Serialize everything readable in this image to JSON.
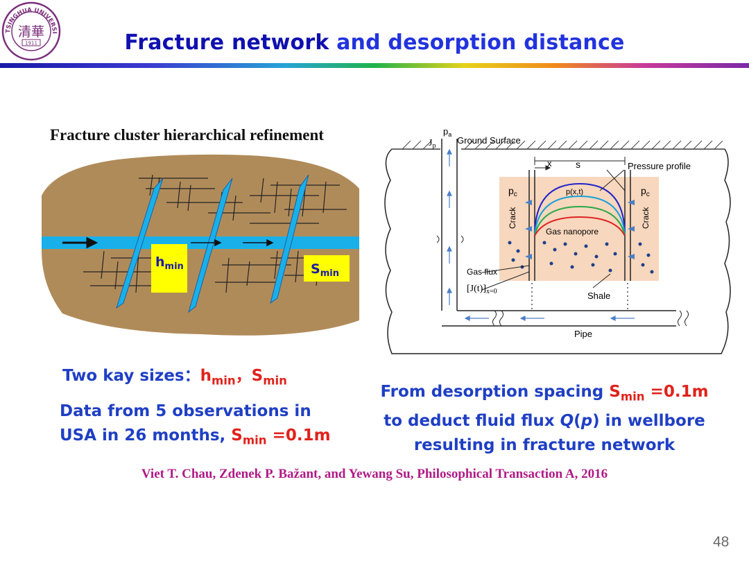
{
  "header": {
    "logo_text_top": "TSINGHUA UNIVERSITY",
    "logo_year": "1911",
    "logo_glyphs": "清華",
    "title_strong": "Fracture network",
    "title_rest": " and desorption distance"
  },
  "left_figure": {
    "caption": "Fracture cluster hierarchical refinement",
    "label_h": "h",
    "label_h_sub": "min",
    "label_s": "S",
    "label_s_sub": "min"
  },
  "right_figure": {
    "jp": "J",
    "jp_sub": "p",
    "pa": "p",
    "pa_sub": "a",
    "ground_surface": "Ground Surface",
    "x_label": "x",
    "s_label": "s",
    "pressure_profile": "Pressure profile",
    "pc_left": "p",
    "pc_left_sub": "c",
    "pc_right": "p",
    "pc_right_sub": "c",
    "pxt": "p(x,t)",
    "crack_left": "Crack",
    "crack_right": "Crack",
    "gas_nanopore": "Gas nanopore",
    "gas_flux": "Gas flux",
    "j_expr": "[J(t)]",
    "j_expr_sub": "x=0",
    "shale": "Shale",
    "pipe": "Pipe"
  },
  "text": {
    "kay_prefix": "Two kay sizes：",
    "kay_h": "h",
    "kay_h_sub": "min",
    "kay_comma": "，",
    "kay_s": "S",
    "kay_s_sub": "min",
    "obs_line1": "Data from 5 observations in",
    "obs_line2": "USA in 26 months, ",
    "obs_s": "S",
    "obs_s_sub": "min",
    "obs_val": " =0.1m",
    "sp_line1": "From desorption spacing ",
    "sp_s": "S",
    "sp_s_sub": "min",
    "sp_val": " =0.1m",
    "sp_line2a": "to deduct fluid flux ",
    "sp_q": "Q",
    "sp_paren_open": "(",
    "sp_p": "p",
    "sp_paren_close": ")",
    "sp_line2b": " in wellbore",
    "sp_line3": "resulting in fracture network"
  },
  "citation": "Viet T. Chau, Zdenek P. Bažant, and Yewang Su, Philosophical Transaction A, 2016",
  "page_number": "48",
  "colors": {
    "title_blue": "#1f20d6",
    "body_blue": "#1f3fc4",
    "accent_red": "#e0221c",
    "citation_magenta": "#b01a86",
    "rock_brown": "#b08b5a",
    "fracture_cyan": "#19b0ea",
    "label_yellow": "#ffff00",
    "logo_purple": "#7a2f7a"
  }
}
